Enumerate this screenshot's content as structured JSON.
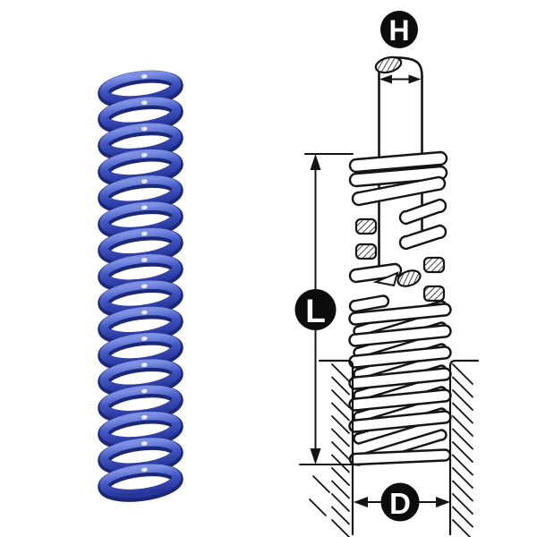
{
  "page": {
    "background": "#ffffff"
  },
  "photo": {
    "coil_turns": 16,
    "colors": {
      "coil_highlight": "#7d90e4",
      "coil_mid": "#4157c4",
      "coil_shadow": "#1b2878",
      "glint": "#eef2ff"
    }
  },
  "diagram": {
    "line_color": "#141414",
    "badge_bg": "#0c0c0c",
    "badge_text_color": "#ffffff",
    "lower_coil_turns": 6,
    "labels": {
      "h": "H",
      "l": "L",
      "d": "D"
    }
  }
}
